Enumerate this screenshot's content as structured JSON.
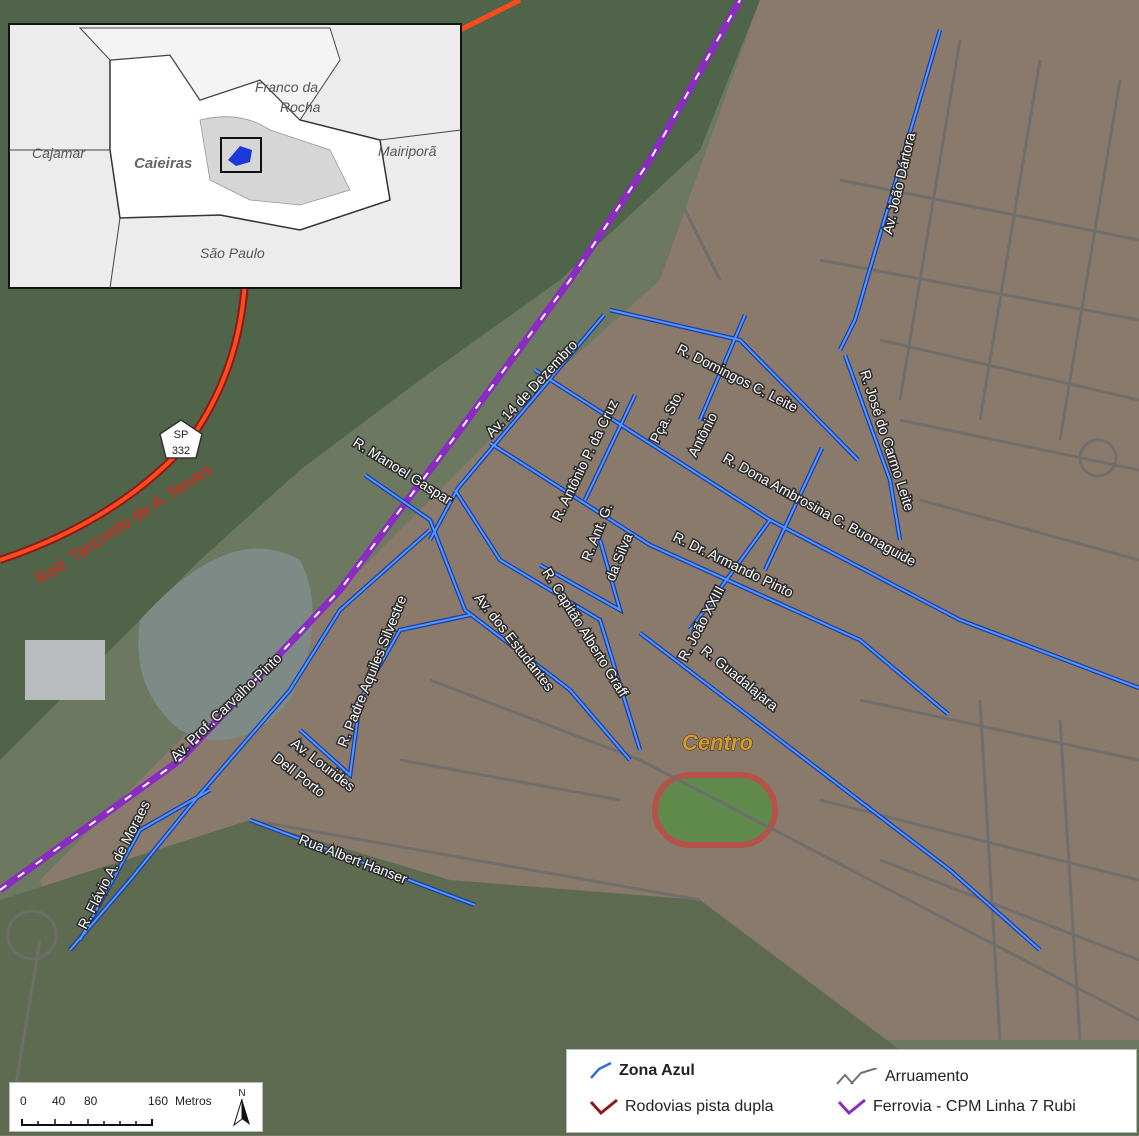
{
  "map": {
    "district_label": "Centro",
    "highway": {
      "shield": "SP",
      "number": "332",
      "name": "Rod. Tancredo de A. Neves"
    },
    "streets": [
      "Av. João Dártora",
      "R. Domingos C. Leite",
      "R. José do Carmo Leite",
      "Av. 14 de Dezembro",
      "Pça. Sto.",
      "Antônio",
      "R. Antônio P. da Cruz",
      "R. Dona Ambrosina C. Buonaguide",
      "R. Manoel Gaspar",
      "R. Ant. G.",
      "da Silva",
      "R. Dr. Armando Pinto",
      "R. Padre Aquiles Silvestre",
      "Av. dos Estudantes",
      "R. Capitão Alberto Graff",
      "R. João XXIII",
      "R. Guadalajara",
      "Av. Prof. Carvalho Pinto",
      "Av. Lourides",
      "Dell Porto",
      "R. Flávio A. de Moraes",
      "Rua Albert Hanser"
    ]
  },
  "inset": {
    "municipalities": [
      "Franco da",
      "Rocha",
      "Cajamar",
      "Caieiras",
      "Mairiporã",
      "São Paulo"
    ]
  },
  "legend": {
    "zona_azul": "Zona Azul",
    "arruamento": "Arruamento",
    "rodovias": "Rodovias pista dupla",
    "ferrovia": "Ferrovia - CPM Linha 7 Rubi",
    "colors": {
      "zona_azul": "#2f6fd6",
      "arruamento": "#707070",
      "rodovias": "#8b1a1a",
      "ferrovia": "#8a2bc2"
    }
  },
  "scale": {
    "ticks": [
      "0",
      "40",
      "80",
      "160"
    ],
    "unit": "Metros",
    "north": "N"
  }
}
